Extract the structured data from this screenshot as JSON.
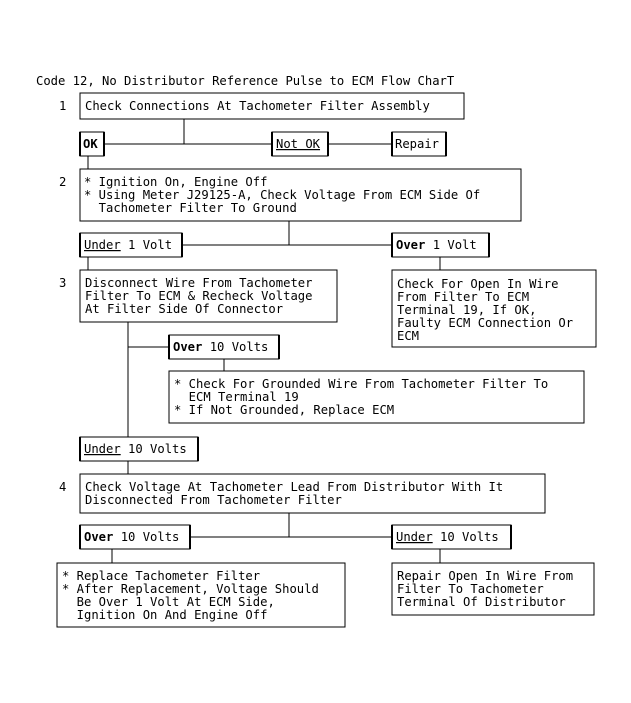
{
  "title": "Code 12, No Distributor Reference Pulse to ECM Flow CharT",
  "steps": [
    {
      "num": "1",
      "lines": [
        "Check Connections At Tachometer Filter Assembly"
      ]
    },
    {
      "num": "2",
      "lines": [
        "* Ignition On, Engine Off",
        "* Using Meter J29125-A, Check Voltage From ECM Side Of",
        "  Tachometer Filter To Ground"
      ]
    },
    {
      "num": "3",
      "lines": [
        "Disconnect Wire From Tachometer",
        "Filter To ECM & Recheck Voltage",
        "At Filter Side Of Connector"
      ]
    },
    {
      "num": "4",
      "lines": [
        "Check Voltage At Tachometer Lead From Distributor With It",
        "Disconnected From Tachometer Filter"
      ]
    }
  ],
  "labels": {
    "ok": "OK",
    "not_ok": "Not OK",
    "repair": "Repair",
    "under1_key": "Under",
    "under1_rest": " 1 Volt",
    "over1_key": "Over",
    "over1_rest": " 1 Volt",
    "over10a_key": "Over",
    "over10a_rest": " 10 Volts",
    "under10a_key": "Under",
    "under10a_rest": " 10 Volts",
    "over10b_key": "Over",
    "over10b_rest": " 10 Volts",
    "under10b_key": "Under",
    "under10b_rest": " 10 Volts"
  },
  "results": {
    "open_wire_ecm": [
      "Check For Open In Wire",
      "From Filter To ECM",
      "Terminal 19, If OK,",
      "Faulty ECM Connection Or",
      "ECM"
    ],
    "grounded_wire": [
      "* Check For Grounded Wire From Tachometer Filter To",
      "  ECM Terminal 19",
      "* If Not Grounded, Replace ECM"
    ],
    "replace_filter": [
      "* Replace Tachometer Filter",
      "* After Replacement, Voltage Should",
      "  Be Over 1 Volt At ECM Side,",
      "  Ignition On And Engine Off"
    ],
    "open_wire_distributor": [
      "Repair Open In Wire From",
      "Filter To Tachometer",
      "Terminal Of Distributor"
    ]
  }
}
